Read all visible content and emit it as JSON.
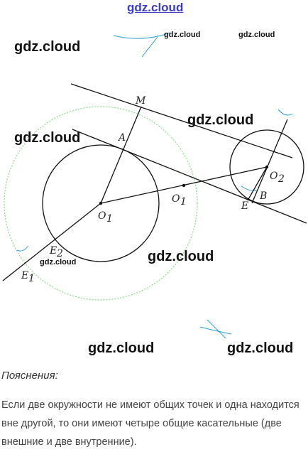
{
  "watermarks": {
    "top": "gdz.cloud",
    "small_1": "gdz.cloud",
    "small_2": "gdz.cloud",
    "big_1": "gdz.cloud",
    "big_2": "gdz.cloud",
    "big_3": "gdz.cloud",
    "big_4": "gdz.cloud",
    "small_3": "gdz.cloud",
    "big_5": "gdz.cloud",
    "big_6": "gdz.cloud"
  },
  "labels": {
    "M": "M",
    "A": "A",
    "O1": "O",
    "O1_sub": "1",
    "O": "O",
    "O_sub": "1",
    "O2": "O",
    "O2_sub": "2",
    "B": "B",
    "E": "E",
    "E2": "E",
    "E2_sub": "2",
    "E1": "E",
    "E1_sub": "1"
  },
  "explanation": {
    "heading": "Пояснения:",
    "text": "Если две окружности не имеют общих точек и одна находится вне другой, то они имеют четыре общие касательные (две внешние и две внутренние)."
  },
  "colors": {
    "construction_arc": "#2a9fd6",
    "helper_circle": "#8fd88f",
    "line": "#111111"
  }
}
